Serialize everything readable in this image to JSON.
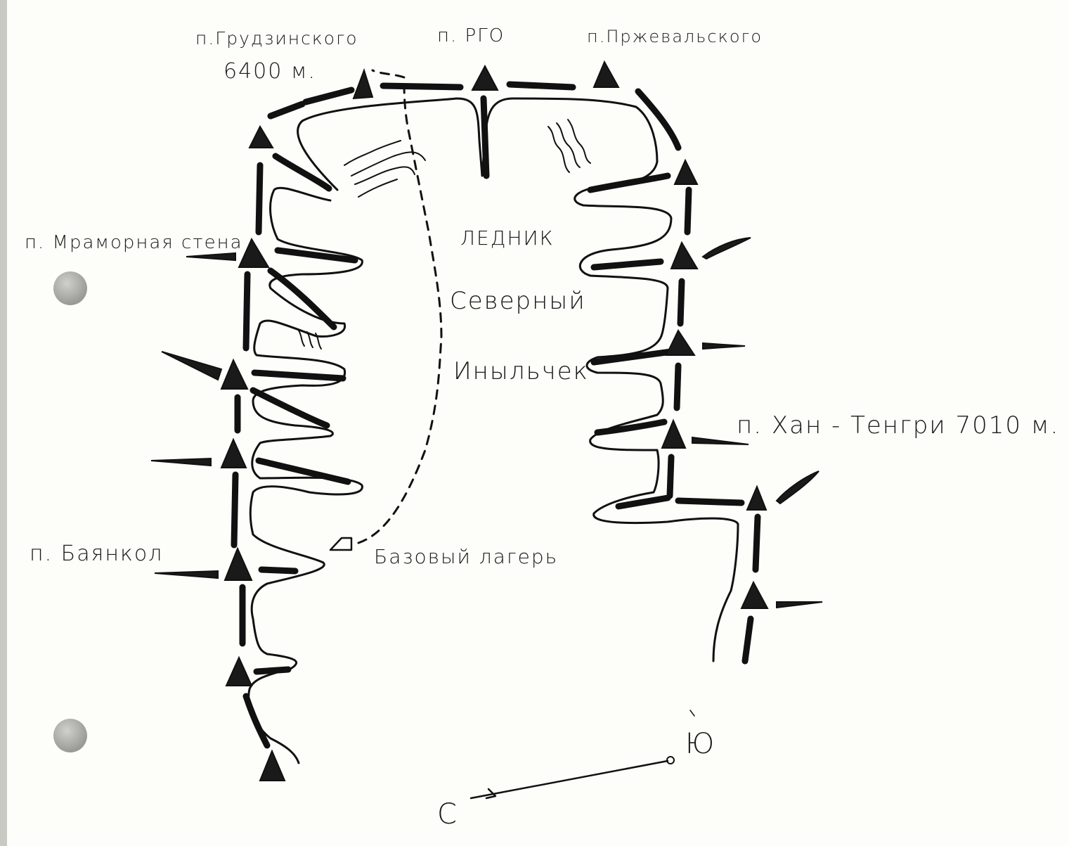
{
  "labels": {
    "p_gruzinskogo": "п.Грудзинского",
    "alt_6400": "6400 м.",
    "p_rgo": "п. РГО",
    "p_przhevalskogo": "п.Пржевальского",
    "p_mramornaya": "п. Мраморная стена",
    "lednik": "ЛЕДНИК",
    "severny": "Северный",
    "inylchek": "Иныльчек",
    "p_khan_tengri": "п. Хан - Тенгри 7010 м.",
    "p_bayankol": "п. Баянкол",
    "base_camp": "Базовый лагерь",
    "compass_s": "С",
    "compass_yu": "Ю"
  },
  "colors": {
    "ink": "#111111",
    "paper": "#fdfdf9",
    "punch_hole": "#9a9a96"
  },
  "icons": [
    "peak-triangle-icon",
    "base-camp-tent-icon",
    "compass-arrow-icon"
  ]
}
